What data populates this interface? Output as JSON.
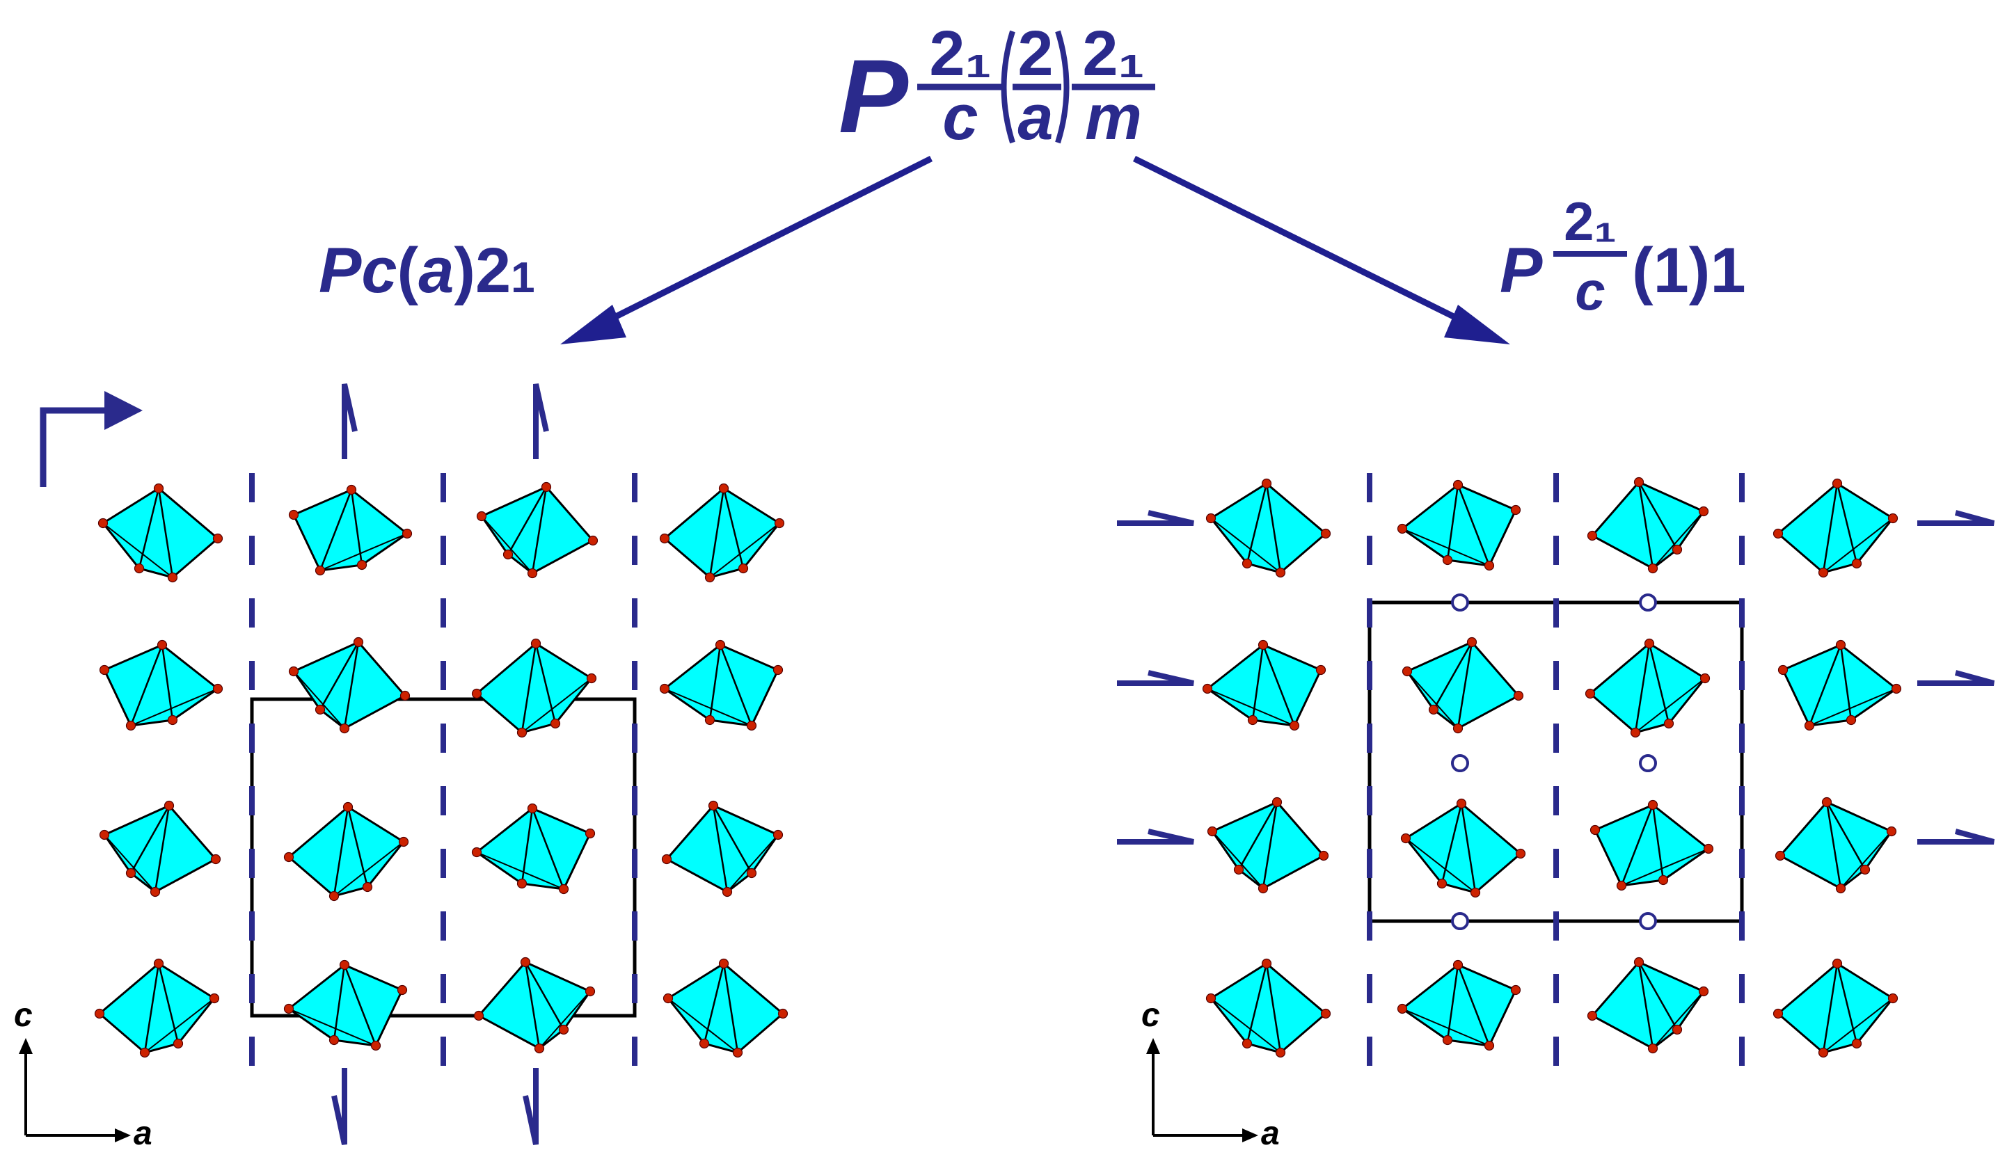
{
  "colors": {
    "symbol": "#2a2a8c",
    "octahedron_fill": "#00ffff",
    "atom": "#cc2200",
    "edge": "#000000"
  },
  "parent_group": {
    "prefix": "P",
    "fractions": [
      {
        "num": "2₁",
        "den": "c"
      },
      {
        "num": "2",
        "den": "a",
        "parenthesized": true
      },
      {
        "num": "2₁",
        "den": "m"
      }
    ]
  },
  "left_group": {
    "text_p": "P",
    "text_c": "c",
    "text_lp": "(",
    "text_a": "a",
    "text_rp": ")",
    "text_2": "2",
    "text_sub": "1"
  },
  "right_group": {
    "prefix": "P",
    "num": "2₁",
    "den": "c",
    "suffix": "(1)1"
  },
  "left_axes": {
    "vertical": "c",
    "horizontal": "a"
  },
  "right_axes": {
    "vertical": "c",
    "horizontal": "a"
  },
  "icons": [
    "arrow-icon",
    "glide-plane-icon",
    "screw-axis-icon",
    "inversion-center-icon",
    "octahedron-icon"
  ]
}
